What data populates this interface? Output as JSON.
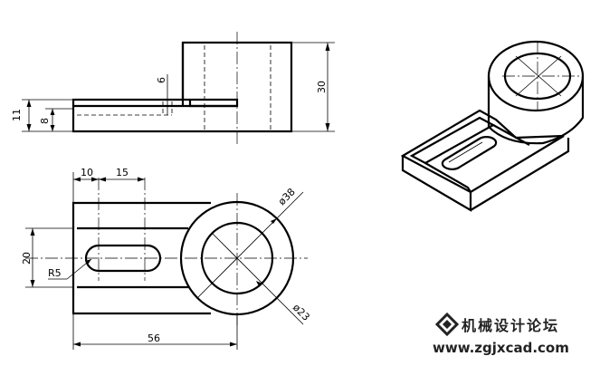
{
  "dimensions": {
    "d10": "10",
    "d15": "15",
    "d6": "6",
    "d30": "30",
    "d11": "11",
    "d8": "8",
    "d20": "20",
    "r5": "R5",
    "d56": "56",
    "dia38": "ø38",
    "dia23": "ø23"
  },
  "watermark": {
    "title": "机械设计论坛",
    "url": "www.zgjxcad.com",
    "logo_icon": "diamond-logo-icon"
  }
}
